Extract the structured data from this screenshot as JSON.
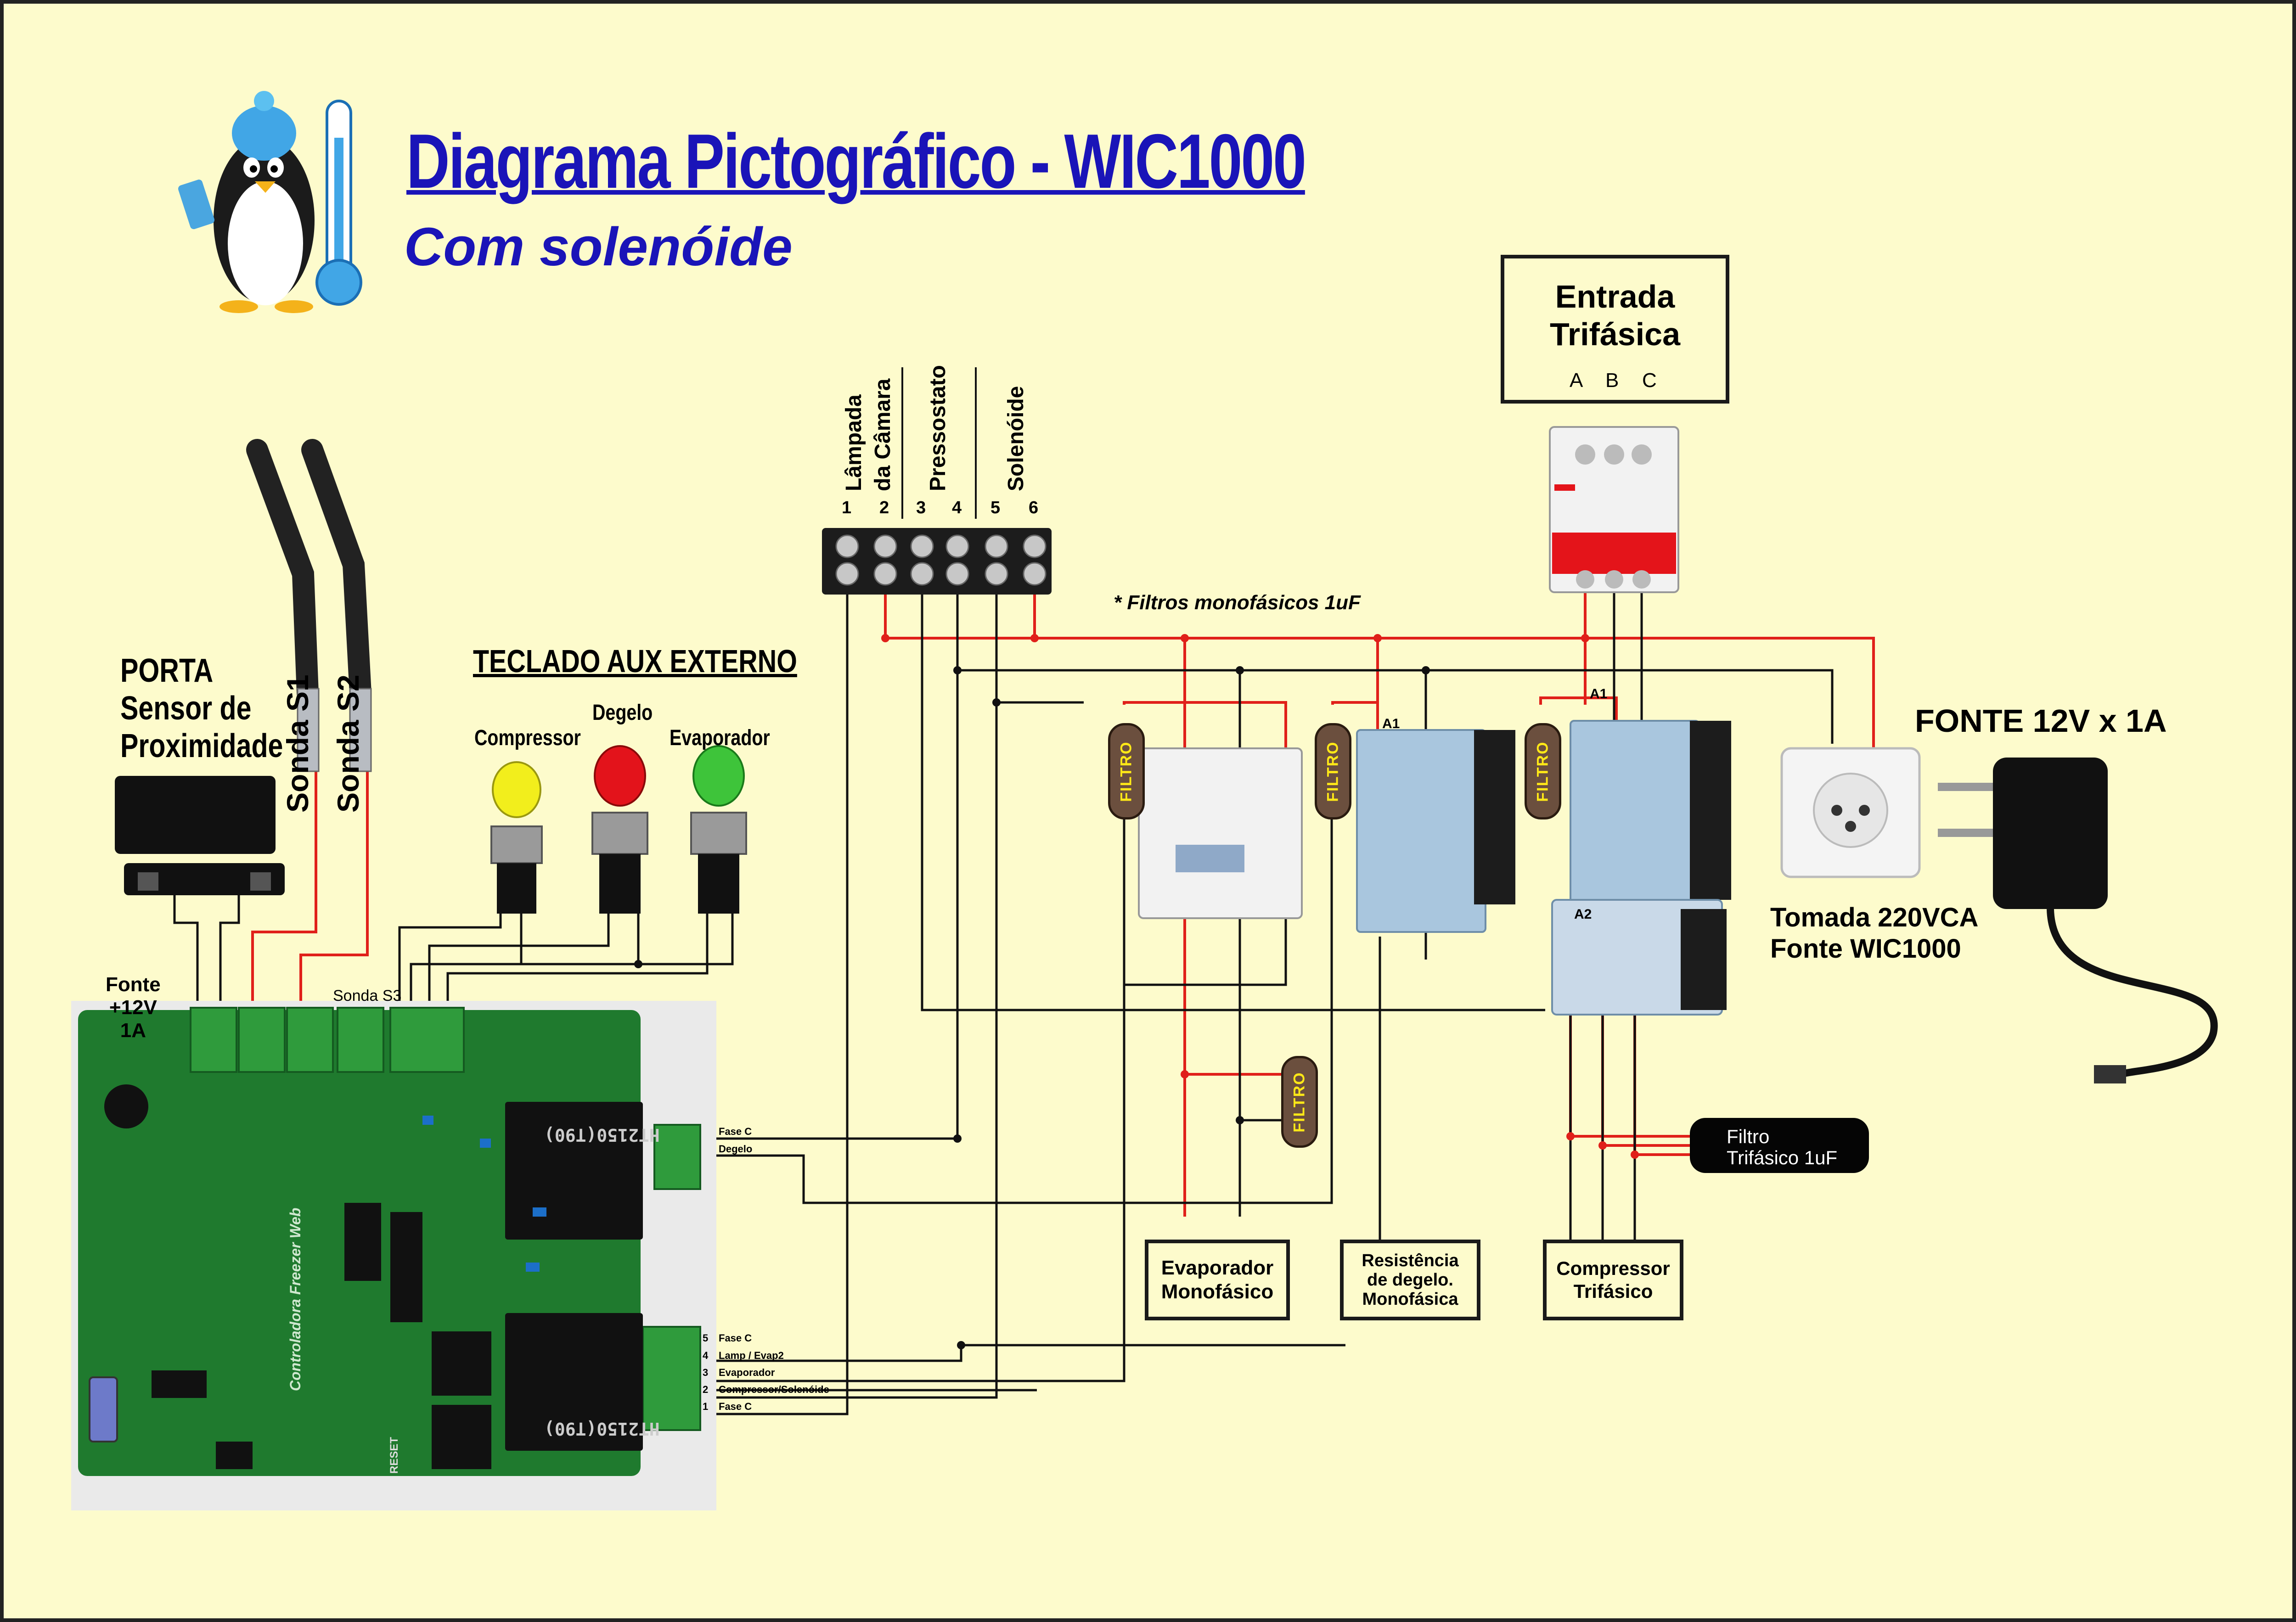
{
  "title": "Diagrama Pictográfico - WIC1000",
  "subtitle": "Com solenóide",
  "entrada": {
    "line1": "Entrada",
    "line2": "Trifásica",
    "phases": [
      "A",
      "B",
      "C"
    ]
  },
  "terminal_block": {
    "pins": [
      "1",
      "2",
      "3",
      "4",
      "5",
      "6"
    ],
    "labels": [
      "Lâmpada",
      "da Câmara",
      "Pressostato",
      "Solenóide"
    ]
  },
  "filtros_note": "* Filtros monofásicos 1uF",
  "filtro_label": "FILTRO",
  "fonte": {
    "title": "FONTE 12V x 1A",
    "tomada_line1": "Tomada 220VCA",
    "tomada_line2": "Fonte WIC1000"
  },
  "porta": {
    "line1": "PORTA",
    "line2": "Sensor de",
    "line3": "Proximidade"
  },
  "sondas": {
    "s1": "Sonda S1",
    "s2": "Sonda S2",
    "s3": "Sonda S3"
  },
  "teclado": {
    "title": "TECLADO AUX EXTERNO",
    "buttons": [
      "Compressor",
      "Degelo",
      "Evaporador"
    ]
  },
  "board_fonte": {
    "line1": "Fonte",
    "line2": "+12V",
    "line3": "1A"
  },
  "relay_small": {
    "pins": [
      "Fase C",
      "Degelo"
    ]
  },
  "relay_big": {
    "pins": [
      {
        "num": "5",
        "label": "Fase C"
      },
      {
        "num": "4",
        "label": "Lamp / Evap2"
      },
      {
        "num": "3",
        "label": "Evaporador"
      },
      {
        "num": "2",
        "label": "Compressor/Solenóide"
      },
      {
        "num": "1",
        "label": "Fase C"
      }
    ]
  },
  "contactor_marks": [
    "A1",
    "A1",
    "A2"
  ],
  "loads": {
    "evaporador": {
      "line1": "Evaporador",
      "line2": "Monofásico"
    },
    "resistencia": {
      "line1": "Resistência",
      "line2": "de degelo.",
      "line3": "Monofásica"
    },
    "compressor": {
      "line1": "Compressor",
      "line2": "Trifásico"
    }
  },
  "filtro_trifasico": {
    "line1": "Filtro",
    "line2": "Trifásico 1uF"
  },
  "board_silkscreen": {
    "reset": "RESET",
    "relay_text": "HT2150(T90)",
    "board_name": "Controladora Freezer Web"
  },
  "colors": {
    "background": "#fdfbcc",
    "title_blue": "#1a14b8",
    "wire_red": "#e0201a",
    "wire_black": "#111111",
    "pcb_green": "#1f7a2e",
    "terminal_green": "#2f9b3c",
    "filtro_brown": "#6b4f3e",
    "filtro_text": "#ffe817",
    "contactor_blue": "#a9c6de"
  }
}
